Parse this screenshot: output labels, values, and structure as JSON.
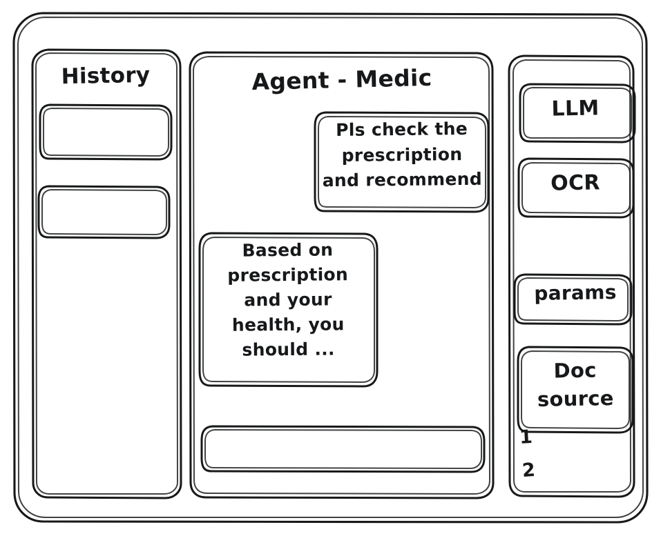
{
  "window": {
    "name": "agent-medic-wireframe"
  },
  "sidebar_left": {
    "title": "History",
    "items": [
      {
        "label": ""
      },
      {
        "label": ""
      }
    ]
  },
  "main": {
    "title": "Agent - Medic",
    "messages": [
      {
        "role": "user",
        "text": "Pls check the\nprescription\nand recommend"
      },
      {
        "role": "agent",
        "text": "Based on\nprescription\nand your\nhealth, you\nshould ..."
      }
    ],
    "composer": {
      "value": "",
      "placeholder": ""
    }
  },
  "sidebar_right": {
    "buttons": [
      {
        "label": "LLM"
      },
      {
        "label": "OCR"
      },
      {
        "label": "params"
      }
    ],
    "doc_source": {
      "label": "Doc\nsource",
      "items": [
        "1",
        "2"
      ]
    }
  },
  "colors": {
    "ink": "#17181a",
    "background": "#ffffff"
  }
}
